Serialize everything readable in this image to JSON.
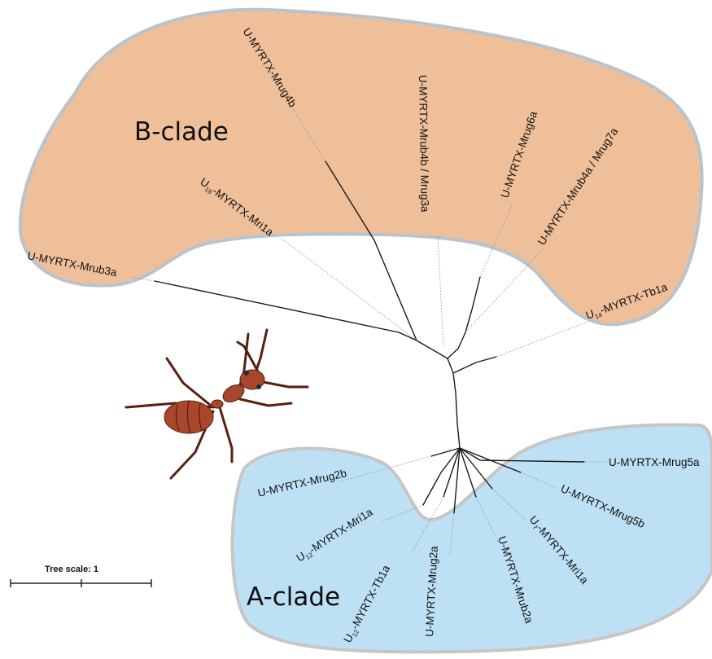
{
  "clades": {
    "b": {
      "label": "B-clade",
      "fill": "#efbf9a",
      "border": "#b9c3cc"
    },
    "a": {
      "label": "A-clade",
      "fill": "#bde0f4",
      "border": "#c6c6c6"
    }
  },
  "leaves": {
    "b_mrug4b": "U-MYRTX-Mrug4b",
    "b_mrub4b": "U-MYRTX-Mrub4b / Mrug3a",
    "b_mrug6a": "U-MYRTX-Mrug6a",
    "b_mrub4a": "U-MYRTX-Mrub4a / Mrug7a",
    "b_mri1a_main": "-MYRTX-Mri1a",
    "b_mri1a_prefix": "U",
    "b_mri1a_sub": "19",
    "b_mrub3a": "U-MYRTX-Mrub3a",
    "b_tb1a_main": "-MYRTX-Tb1a",
    "b_tb1a_prefix": "U",
    "b_tb1a_sub": "14",
    "a_mrug5a": "U-MYRTX-Mrug5a",
    "a_mrug5b": "U-MYRTX-Mrug5b",
    "a_mri1a_main": "-MYRTX-Mri1a",
    "a_mri1a_prefix": "U",
    "a_mri1a_sub": "7",
    "a_mrub2a": "U-MYRTX-Mrub2a",
    "a_mrug2a": "U-MYRTX-Mrug2a",
    "a_tb1a_main": "-MYRTX-Tb1a",
    "a_tb1a_prefix": "U",
    "a_tb1a_sub": "12",
    "a_mri1a12_main": "-MYRTX-Mri1a",
    "a_mri1a12_prefix": "U",
    "a_mri1a12_sub": "12",
    "a_mrug2b": "U-MYRTX-Mrug2b"
  },
  "scale": {
    "label": "Tree scale: 1"
  },
  "colors": {
    "ant_body": "#a8472b",
    "ant_leg": "#5a1e12"
  },
  "icons": {
    "ant": "ant-icon"
  }
}
